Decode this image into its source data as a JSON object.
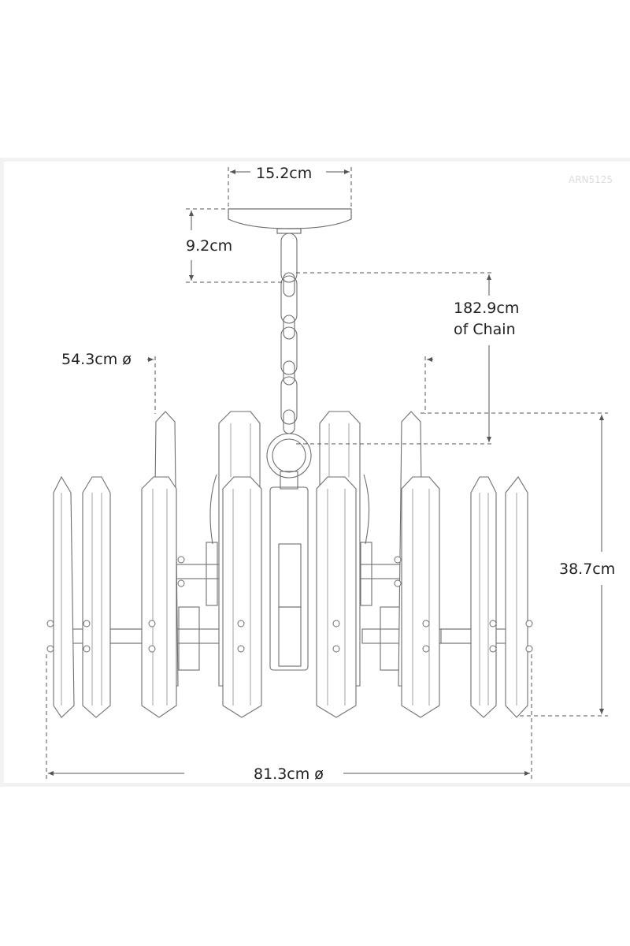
{
  "drawing": {
    "model_code": "ARN5125",
    "subject": "Chandelier technical dimension drawing",
    "dimensions": {
      "canopy_width": "15.2cm",
      "canopy_height": "9.2cm",
      "chain_length_line1": "182.9cm",
      "chain_length_line2": "of Chain",
      "inner_diameter": "54.3cm ø",
      "fixture_height": "38.7cm",
      "overall_diameter": "81.3cm ø"
    }
  },
  "colors": {
    "line": "#6e6e6e",
    "dim_line": "#555555",
    "text": "#222222",
    "frame": "#f2f2f2",
    "background": "#ffffff"
  }
}
